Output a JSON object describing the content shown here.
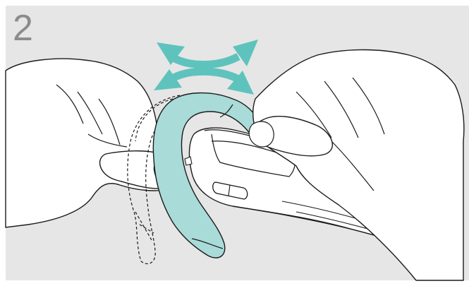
{
  "step": {
    "number": "2"
  },
  "colors": {
    "background_panel": "#e6e6e6",
    "hook_fill": "#a9dbd8",
    "arrow_fill": "#5fc3bd",
    "outline": "#1a1a1a",
    "hand_fill": "#ffffff",
    "step_number": "#8c8c8c"
  },
  "illustration": {
    "subjects": [
      "left-hand",
      "right-hand",
      "headset",
      "ear-hook",
      "adjustment-arrows",
      "dashed-alternate-hook-position"
    ]
  }
}
